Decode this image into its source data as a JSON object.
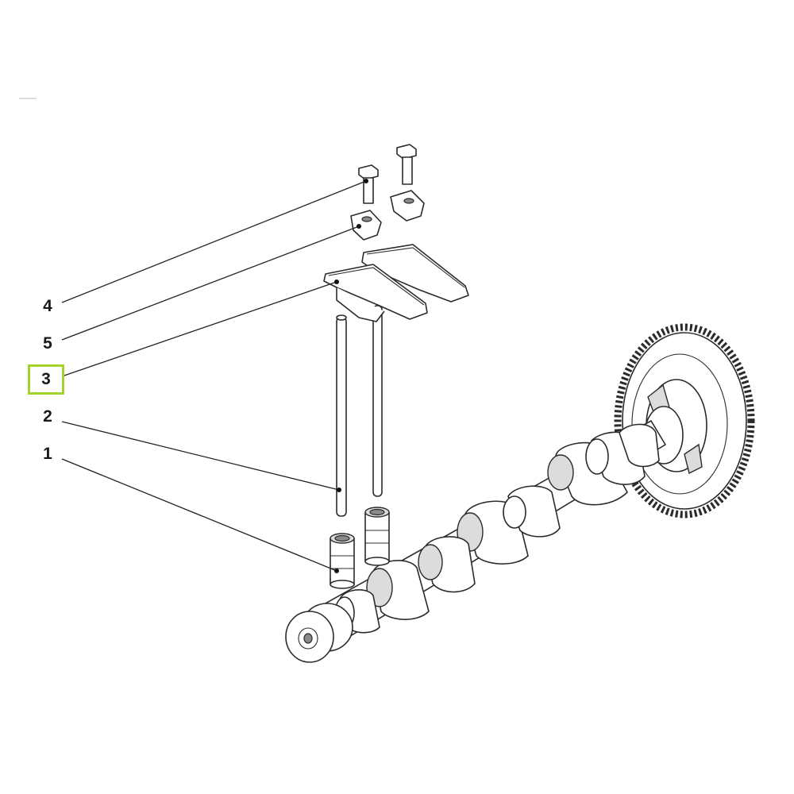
{
  "callouts": [
    {
      "id": "4",
      "label": "4"
    },
    {
      "id": "5",
      "label": "5"
    },
    {
      "id": "3",
      "label": "3",
      "selected": true
    },
    {
      "id": "2",
      "label": "2"
    },
    {
      "id": "1",
      "label": "1"
    }
  ],
  "highlight_color": "#a3d229"
}
